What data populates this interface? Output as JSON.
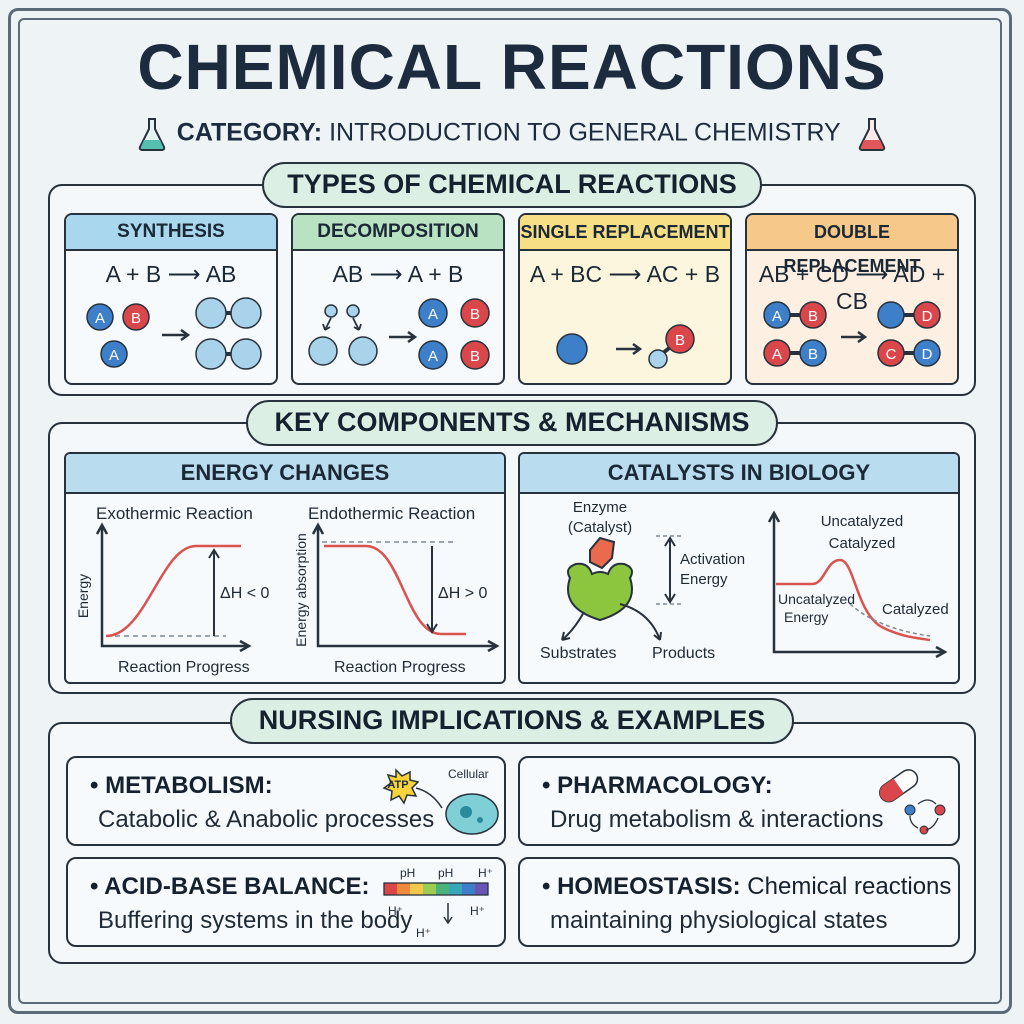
{
  "header": {
    "title": "CHEMICAL REACTIONS",
    "category_label": "CATEGORY:",
    "category_value": "INTRODUCTION TO GENERAL CHEMISTRY"
  },
  "types": {
    "heading": "TYPES OF CHEMICAL REACTIONS",
    "cards": [
      {
        "title": "SYNTHESIS",
        "equation": "A + B ⟶ AB"
      },
      {
        "title": "DECOMPOSITION",
        "equation": "AB ⟶ A + B"
      },
      {
        "title": "SINGLE REPLACEMENT",
        "equation": "A + BC ⟶ AC + B"
      },
      {
        "title": "DOUBLE REPLACEMENT",
        "equation": "AB + CD ⟶ AD + CB"
      }
    ],
    "atom_letters": {
      "a": "A",
      "b": "B",
      "c": "C",
      "d": "D"
    }
  },
  "components": {
    "heading": "KEY COMPONENTS & MECHANISMS",
    "energy": {
      "title": "ENERGY CHANGES",
      "exo_title": "Exothermic Reaction",
      "endo_title": "Endothermic Reaction",
      "exo_y": "Energy",
      "endo_y": "Energy absorption",
      "x_label": "Reaction Progress",
      "exo_delta": "ΔH < 0",
      "endo_delta": "ΔH > 0"
    },
    "catalysts": {
      "title": "CATALYSTS IN BIOLOGY",
      "enzyme": "Enzyme",
      "catalyst": "(Catalyst)",
      "activation": "Activation",
      "energy_word": "Energy",
      "substrates": "Substrates",
      "products": "Products",
      "uncatalyzed": "Uncatalyzed",
      "catalyzed": "Catalyzed",
      "uncat_energy_1": "Uncatalyzed",
      "uncat_energy_2": "Energy",
      "catalyzed_2": "Catalyzed"
    }
  },
  "nursing": {
    "heading": "NURSING IMPLICATIONS & EXAMPLES",
    "items": [
      {
        "title": "• METABOLISM:",
        "text": "Catabolic & Anabolic processes",
        "icon_label": "ATP",
        "icon_note": "Cellular"
      },
      {
        "title": "• PHARMACOLOGY:",
        "text": "Drug metabolism & interactions"
      },
      {
        "title": "• ACID-BASE BALANCE:",
        "text": "Buffering systems in the body",
        "ph": "pH",
        "ph2": "pH",
        "h": "H⁺",
        "h2": "H⁺",
        "h3": "H⁺",
        "h4": "H⁺"
      },
      {
        "title": "• HOMEOSTASIS:",
        "title_rest": " Chemical reactions",
        "text": "maintaining physiological states"
      }
    ]
  },
  "colors": {
    "synthesis": "#a9d7ee",
    "decomposition": "#b9e2c2",
    "single": "#f7df86",
    "double": "#f6c98a",
    "atom_blue": "#3d7fc9",
    "atom_red": "#d9474a",
    "curve_red": "#d9534f"
  }
}
